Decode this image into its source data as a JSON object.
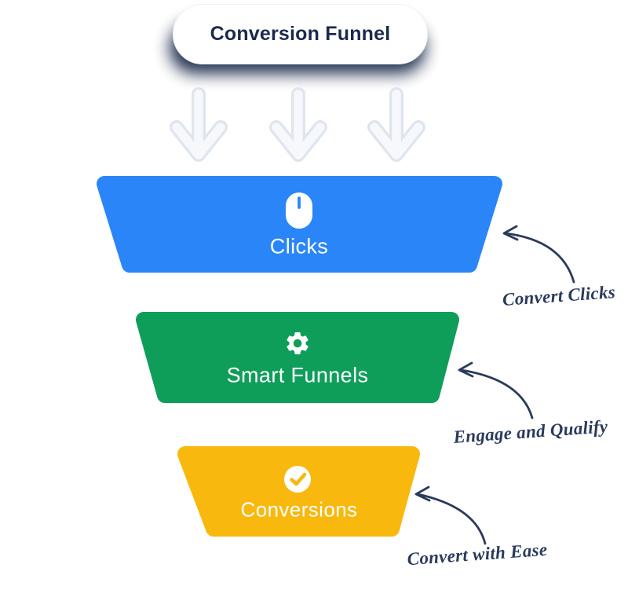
{
  "title": {
    "label": "Conversion Funnel"
  },
  "stages": [
    {
      "label": "Clicks",
      "icon": "mouse-icon",
      "color": "#2A86F8"
    },
    {
      "label": "Smart Funnels",
      "icon": "gear-icon",
      "color": "#0F9E5A"
    },
    {
      "label": "Conversions",
      "icon": "check-circle-icon",
      "color": "#F9B80E"
    }
  ],
  "annotations": [
    {
      "label": "Convert Clicks"
    },
    {
      "label": "Engage and Qualify"
    },
    {
      "label": "Convert with Ease"
    }
  ],
  "colors": {
    "background": "#FFFFFF",
    "title_text": "#1B2A4C",
    "title_shadow": "#1C2A49",
    "stage_text": "#FFFFFF",
    "icon_fill": "#FFFFFF",
    "annotation_ink": "#2B3A5C",
    "down_arrow_outline": "#DEE5EF",
    "down_arrow_fill": "#F6F8FB"
  }
}
